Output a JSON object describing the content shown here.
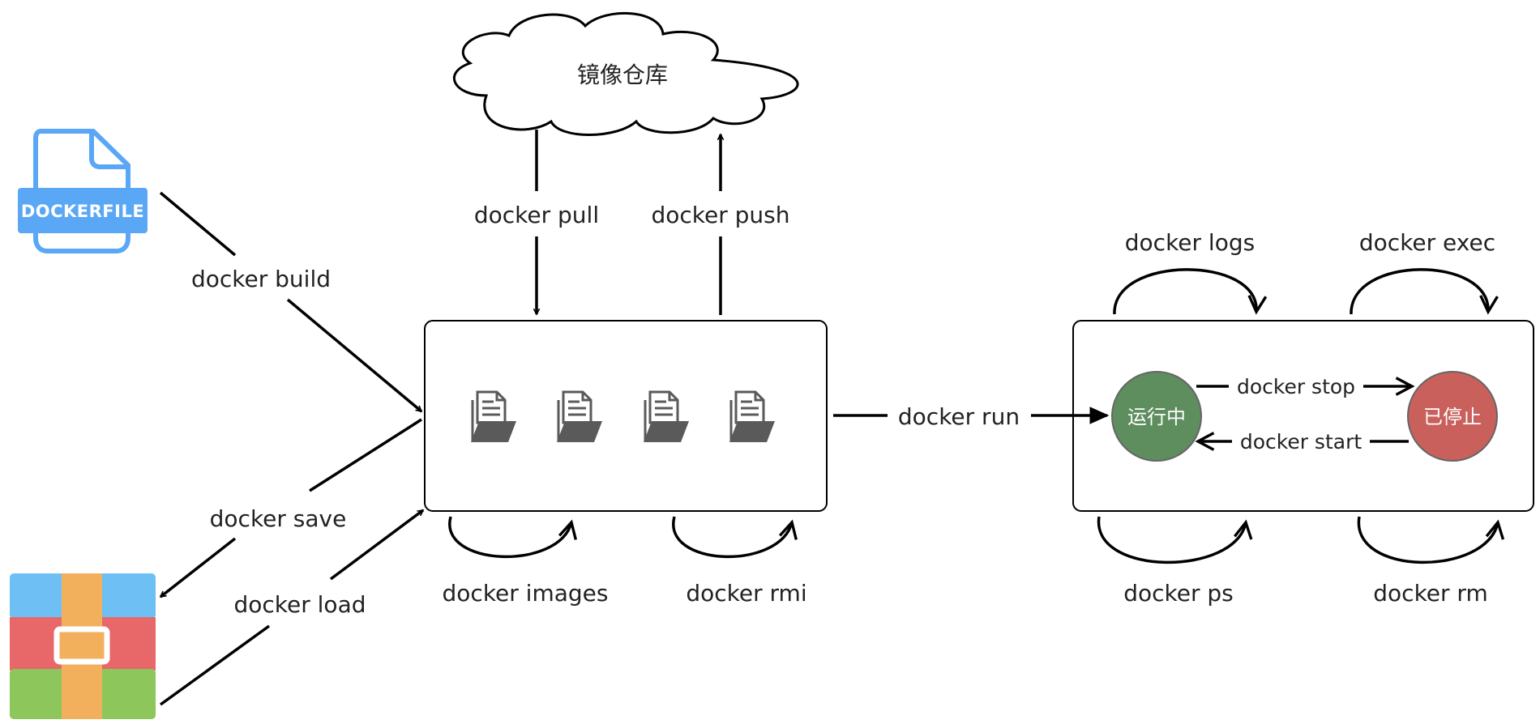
{
  "registry": {
    "label": "镜像仓库"
  },
  "dockerfile": {
    "label": "DOCKERFILE"
  },
  "commands": {
    "build": "docker build",
    "pull": "docker pull",
    "push": "docker push",
    "save": "docker save",
    "load": "docker load",
    "images": "docker images",
    "rmi": "docker rmi",
    "run": "docker run",
    "logs": "docker logs",
    "exec": "docker exec",
    "stop": "docker stop",
    "start": "docker start",
    "ps": "docker ps",
    "rm": "docker rm"
  },
  "states": {
    "running": "运行中",
    "stopped": "已停止"
  },
  "colors": {
    "dockerfile_blue": "#5aa7f5",
    "running_green": "#5e8d5e",
    "stopped_red": "#c9605b",
    "archive_blue": "#6ec0f4",
    "archive_red": "#e8686a",
    "archive_green": "#8dc65a",
    "archive_orange": "#f2b05c",
    "icon_gray": "#5a5a5a"
  },
  "icons": [
    "cloud-icon",
    "dockerfile-icon",
    "archive-icon",
    "image-file-icon"
  ]
}
